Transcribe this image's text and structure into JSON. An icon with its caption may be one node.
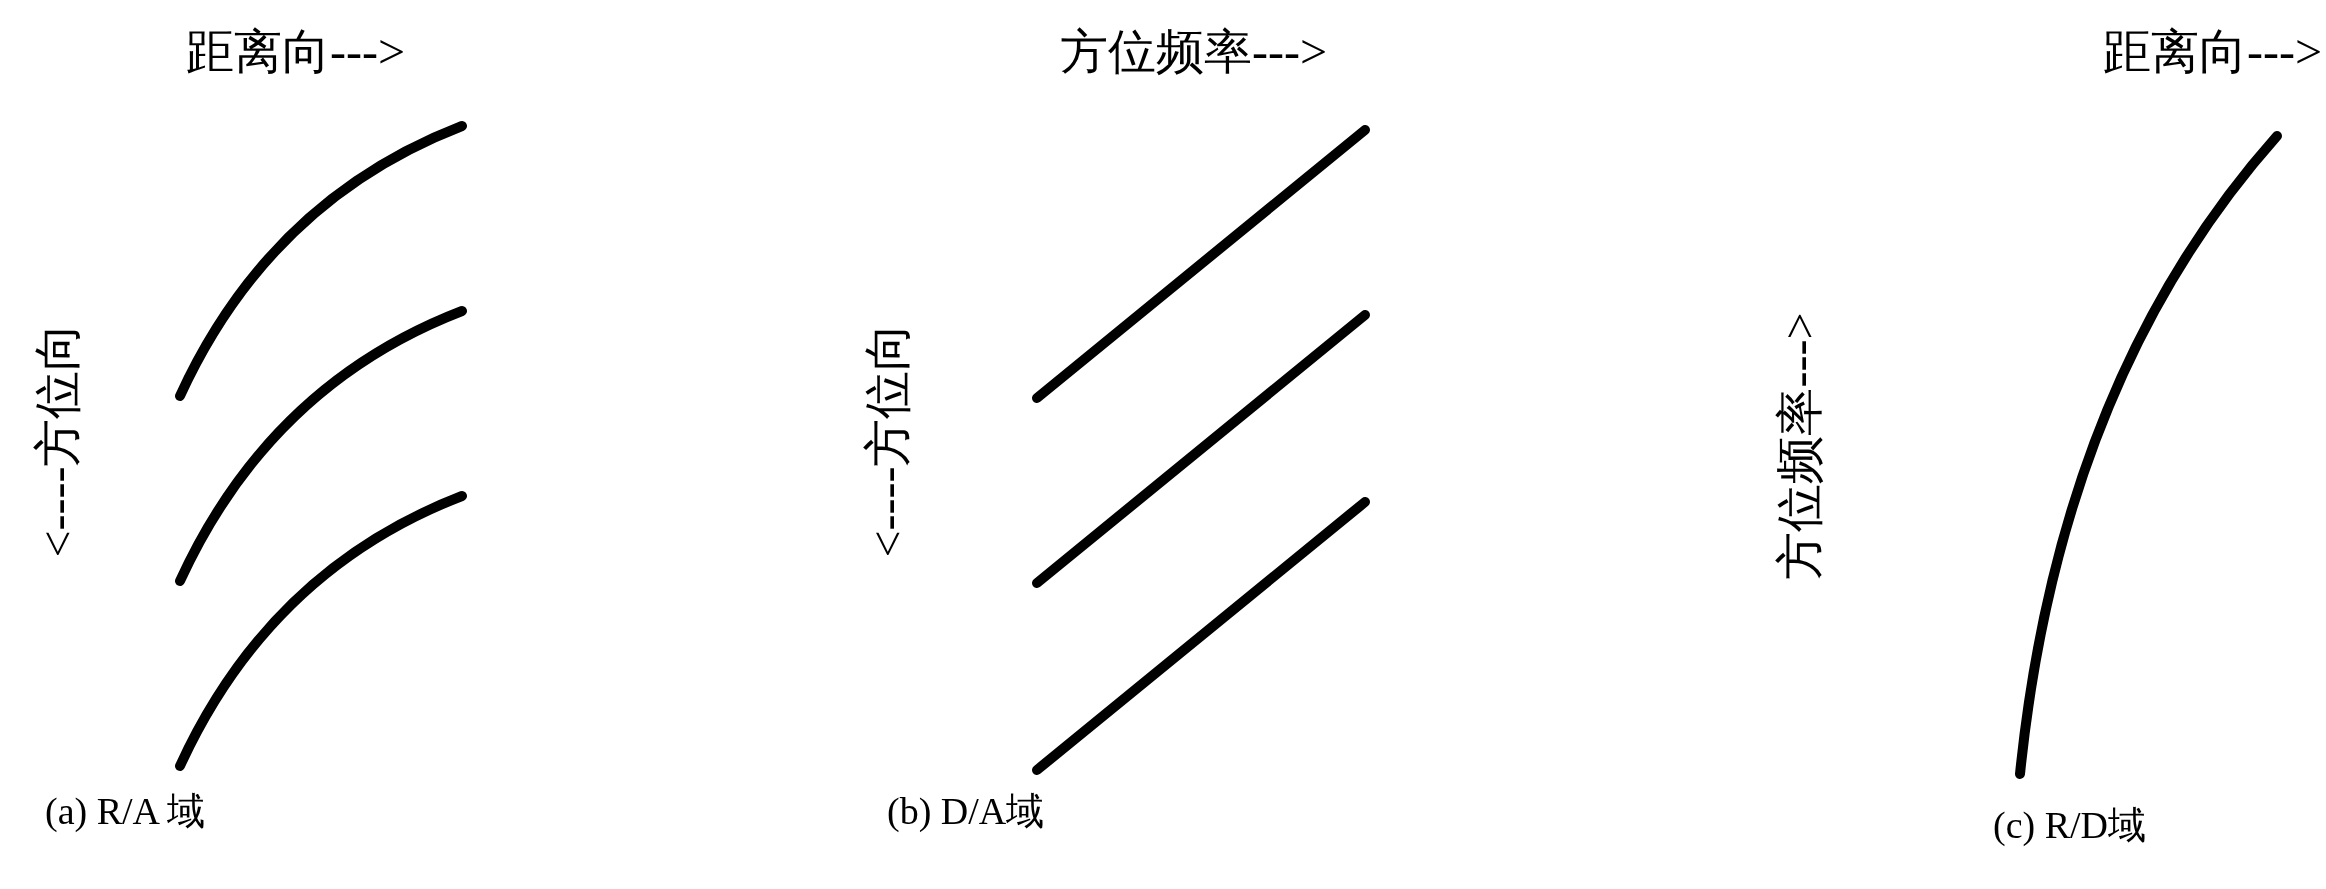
{
  "diagram": {
    "labels": [
      "距离向--->",
      "方位频率--->",
      "距离向--->",
      "<----方位向",
      "<----方位向",
      "方位频率--->",
      "(a) R/A 域",
      "(b) D/A域",
      "(c) R/D域"
    ]
  }
}
